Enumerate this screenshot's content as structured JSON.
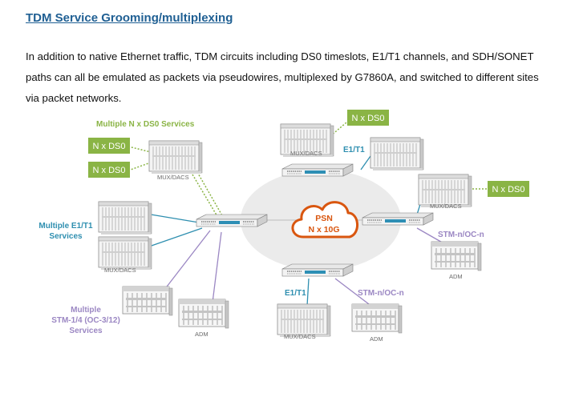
{
  "title": "TDM Service Grooming/multiplexing",
  "intro": "In addition to native Ethernet traffic, TDM circuits including DS0 timeslots, E1/T1 channels, and SDH/SONET paths can all be emulated as packets via pseudowires, multiplexed by G7860A, and switched to different sites via packet networks.",
  "diagram": {
    "label_multiple_ds0": "Multiple N x DS0 Services",
    "ds0_box": "N x DS0",
    "mux_dacs": "MUX/DACS",
    "adm": "ADM",
    "label_multiple_e1t1_line1": "Multiple E1/T1",
    "label_multiple_e1t1_line2": "Services",
    "label_multiple_stm_line1": "Multiple",
    "label_multiple_stm_line2": "STM-1/4 (OC-3/12)",
    "label_multiple_stm_line3": "Services",
    "e1t1": "E1/T1",
    "stm_n": "STM-n/OC-n",
    "psn_line1": "PSN",
    "psn_line2": "N x 10G"
  },
  "colors": {
    "title": "#1f5f93",
    "ds0_green": "#8ab445",
    "e1t1_blue": "#2f8fb0",
    "stm_purple": "#9b87c3",
    "psn_orange": "#d9560f",
    "cloud_gray": "#ebebeb"
  },
  "icons": [
    "mux-dacs-chassis",
    "switch-router",
    "adm-chassis",
    "psn-cloud"
  ]
}
